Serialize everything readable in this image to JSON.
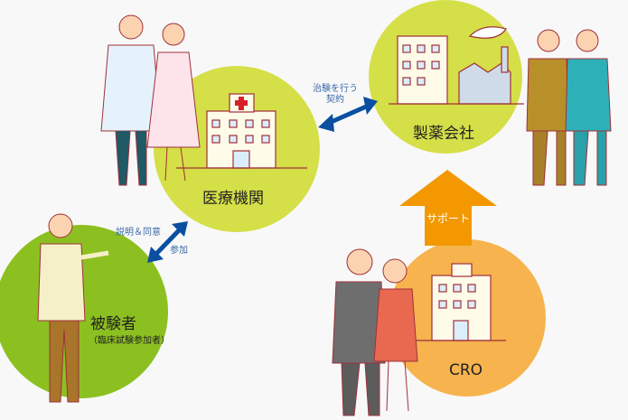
{
  "nodes": {
    "medical": {
      "label": "医療機関",
      "color": "#d5df47"
    },
    "pharma": {
      "label": "製薬会社",
      "color": "#d5df47"
    },
    "subject": {
      "label": "被験者",
      "sub": "（臨床試験参加者）",
      "color": "#8cc021"
    },
    "cro": {
      "label": "CRO",
      "color": "#f6b34e"
    }
  },
  "links": {
    "contract": {
      "line1": "治験を行う",
      "line2": "契約",
      "color": "#0a4fa0"
    },
    "consent": {
      "line1": "説明＆同意",
      "line2": "参加",
      "color": "#0a4fa0"
    },
    "support": {
      "label": "サポート",
      "color": "#f39800"
    }
  }
}
